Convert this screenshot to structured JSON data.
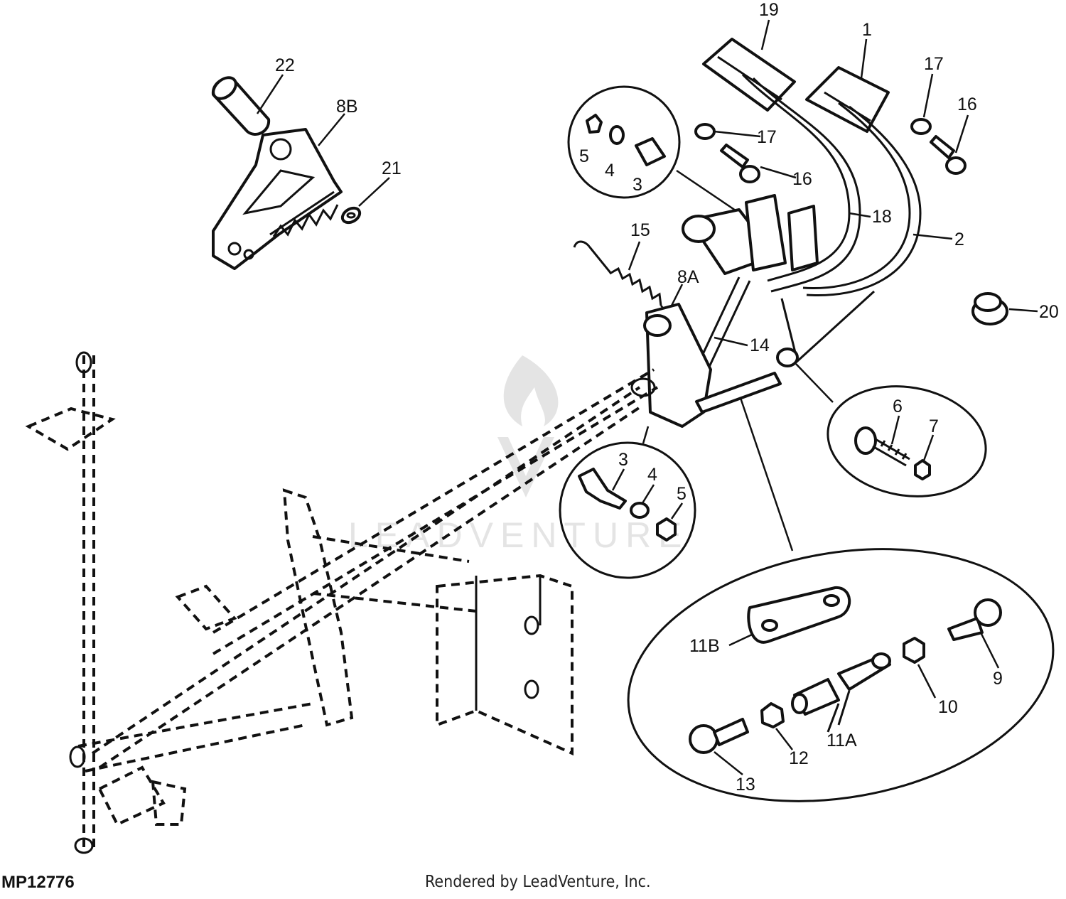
{
  "diagram": {
    "code": "MP12776",
    "credit": "Rendered by LeadVenture, Inc.",
    "watermark": "LEADVENTURE",
    "callouts": {
      "c22": "22",
      "c8b": "8B",
      "c21": "21",
      "c19": "19",
      "c1": "1",
      "c17a": "17",
      "c16a": "16",
      "c17b": "17",
      "c16b": "16",
      "c5a": "5",
      "c4a": "4",
      "c3a": "3",
      "c18": "18",
      "c2": "2",
      "c15": "15",
      "c8a": "8A",
      "c20": "20",
      "c14": "14",
      "c6": "6",
      "c7": "7",
      "c3b": "3",
      "c4b": "4",
      "c5b": "5",
      "c11b": "11B",
      "c9": "9",
      "c10": "10",
      "c11a": "11A",
      "c12": "12",
      "c13": "13"
    }
  }
}
